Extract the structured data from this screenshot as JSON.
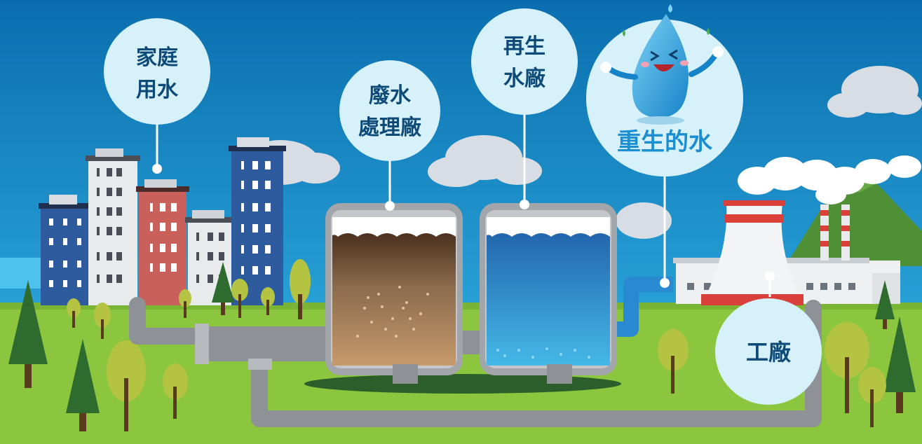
{
  "labels": {
    "domestic_line1": "家庭",
    "domestic_line2": "用水",
    "wastewater_line1": "廢水",
    "wastewater_line2": "處理廠",
    "reclaimed_line1": "再生",
    "reclaimed_line2": "水廠",
    "reborn_water": "重生的水",
    "factory": "工廠"
  },
  "colors": {
    "sky_top": "#0a73b3",
    "sky_bottom": "#2eb0e4",
    "grass": "#8cc63f",
    "pipe": "#8e9196",
    "clean_pipe": "#2a8ad1",
    "bubble": "#d7f1fb",
    "bubble_text": "#0d4a78",
    "hero_text": "#1b8fd2"
  },
  "icons": [
    "water-droplet-mascot-icon",
    "cooling-tower-icon",
    "tree-icon",
    "building-icon",
    "cloud-icon"
  ]
}
